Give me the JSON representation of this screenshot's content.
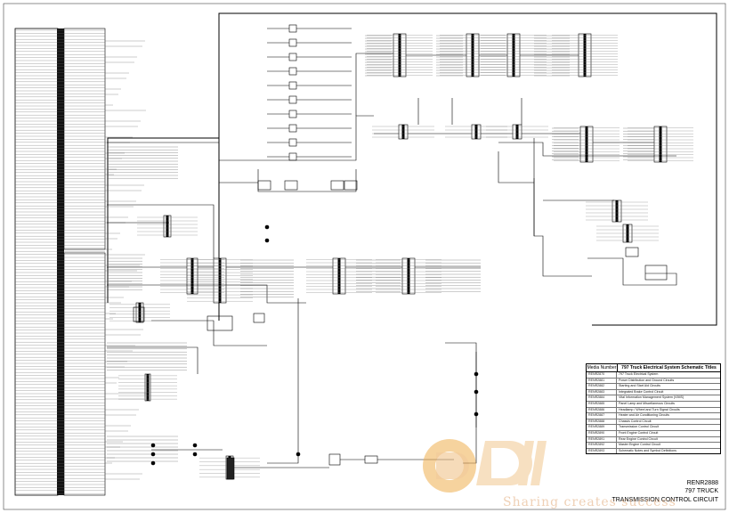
{
  "sheet": {
    "media_number": "RENR2888",
    "model": "797 TRUCK",
    "title": "TRANSMISSION CONTROL CIRCUIT"
  },
  "index_table": {
    "col_media": "Media Number",
    "col_title": "797 Truck Electrical System Schematic Titles",
    "rows": [
      {
        "media": "RENR2870",
        "title": "797 Truck Electrical System"
      },
      {
        "media": "RENR2881",
        "title": "Power Distribution and Ground Circuits"
      },
      {
        "media": "RENR2882",
        "title": "Starting and Start Aid Circuits"
      },
      {
        "media": "RENR2883",
        "title": "Integrated Brake Control Circuit"
      },
      {
        "media": "RENR2884",
        "title": "Vital Information Management System (VIMS)"
      },
      {
        "media": "RENR2885",
        "title": "Panel Lamp and Miscellaneous Circuits"
      },
      {
        "media": "RENR2886",
        "title": "Headlamp / Wheel and Turn Signal Circuits"
      },
      {
        "media": "RENR2887",
        "title": "Heater and Air Conditioning Circuits"
      },
      {
        "media": "RENR2888",
        "title": "Chassis Control Circuit"
      },
      {
        "media": "RENR2889",
        "title": "Transmission Control Circuit"
      },
      {
        "media": "RENR2890",
        "title": "Front Engine Control Circuit"
      },
      {
        "media": "RENR2891",
        "title": "Rear Engine Control Circuit"
      },
      {
        "media": "RENR2892",
        "title": "Master Engine Control Circuit"
      },
      {
        "media": "RENR2893",
        "title": "Schematic Notes and Symbol Definitions"
      }
    ]
  },
  "watermark": {
    "text": "Sharing creates success",
    "logo": "Dhi"
  },
  "colors": {
    "ink": "#000000",
    "paper": "#ffffff",
    "watermark": "#e8a24a"
  }
}
